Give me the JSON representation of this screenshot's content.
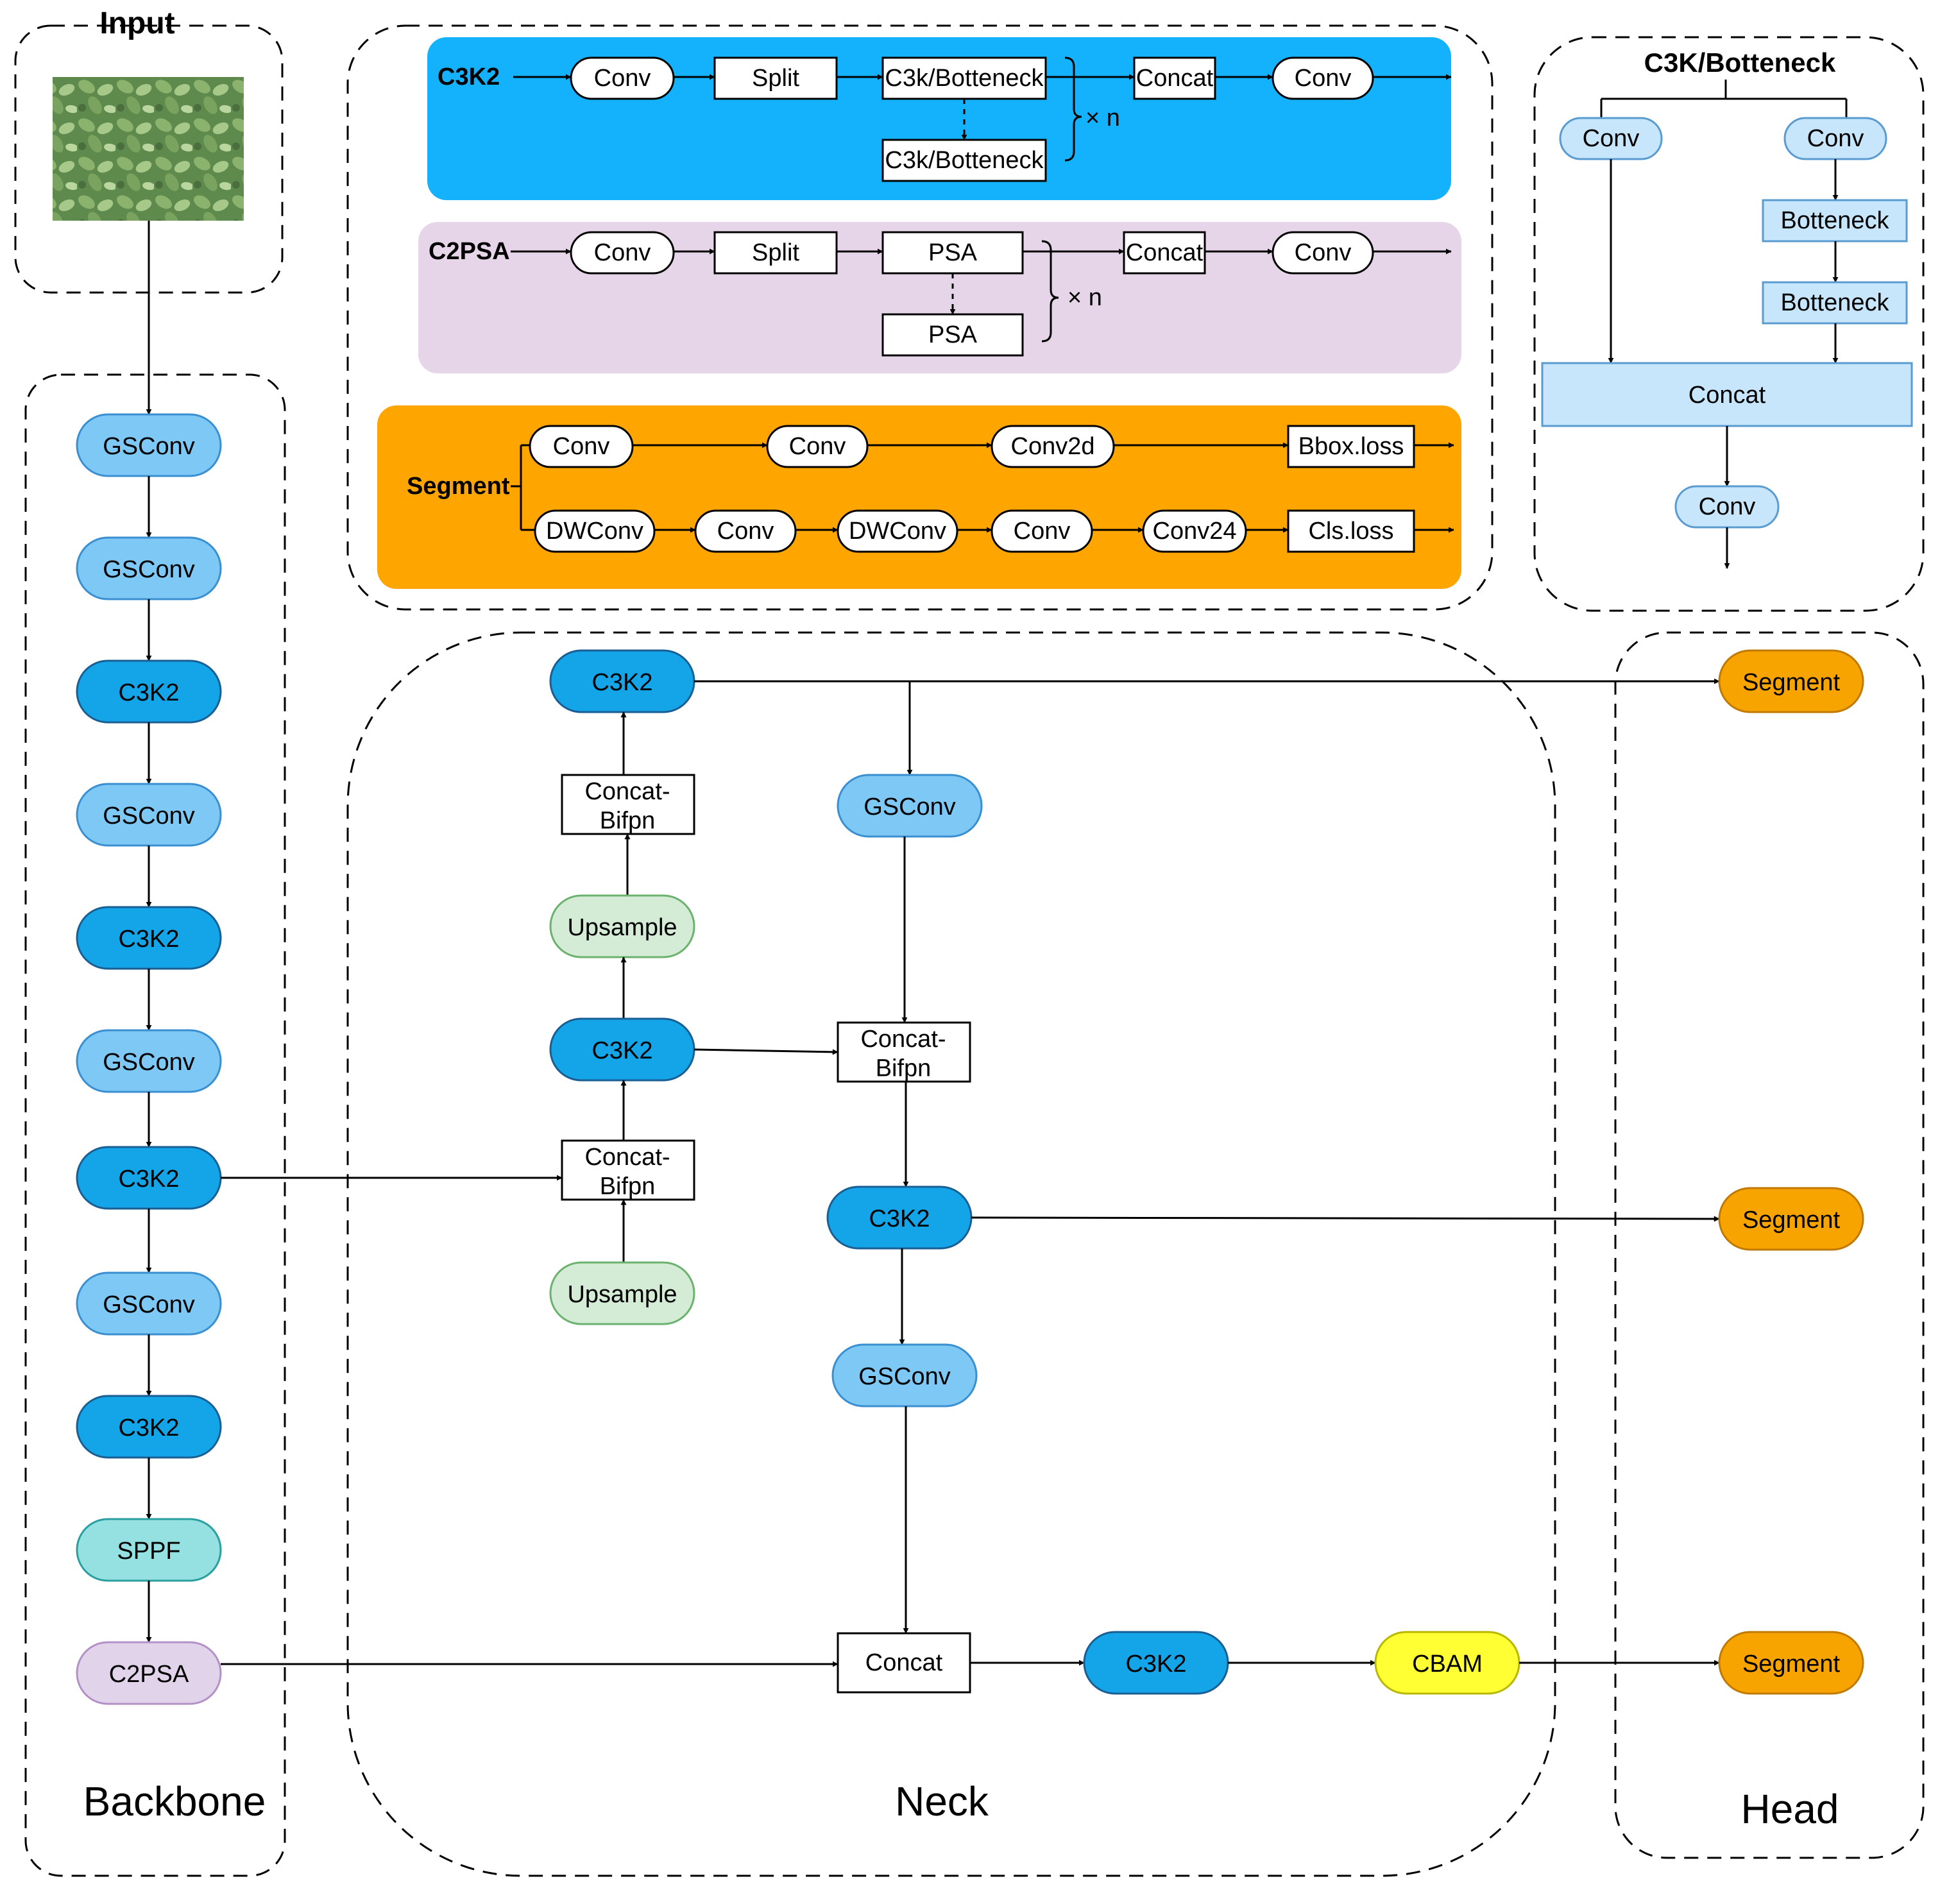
{
  "colors": {
    "c3k2_blue": "#14A5E8",
    "gsconv_blue": "#7EC8F5",
    "sppf_teal": "#95E1E1",
    "c2psa_lilac": "#E1D3EA",
    "upsample_green": "#D4EBD5",
    "segment_orange": "#F7A400",
    "cbam_yellow": "#FFFF33",
    "c3k_light": "#C7E6FB",
    "panel_c3k2": "#14B2FC",
    "panel_c2psa": "#E6D5E8",
    "panel_segment": "#FFA500"
  },
  "input": {
    "title": "Input",
    "image": "leafy-plant-canopy-photo"
  },
  "backbone": {
    "title": "Backbone",
    "nodes": [
      "GSConv",
      "GSConv",
      "C3K2",
      "GSConv",
      "C3K2",
      "GSConv",
      "C3K2",
      "GSConv",
      "C3K2",
      "SPPF",
      "C2PSA"
    ]
  },
  "neck": {
    "title": "Neck",
    "left_column": {
      "c3k2_top": "C3K2",
      "concat_bifpn_top": "Concat-\nBifpn",
      "upsample_top": "Upsample",
      "c3k2_mid": "C3K2",
      "concat_bifpn_mid": "Concat-\nBifpn",
      "upsample_bottom": "Upsample"
    },
    "right_column": {
      "gsconv_top": "GSConv",
      "concat_bifpn": "Concat-\nBifpn",
      "c3k2": "C3K2",
      "gsconv_bottom": "GSConv",
      "concat": "Concat"
    },
    "bottom_row": {
      "c3k2": "C3K2",
      "cbam": "CBAM"
    }
  },
  "head": {
    "title": "Head",
    "outputs": [
      "Segment",
      "Segment",
      "Segment"
    ]
  },
  "modules": {
    "c3k2": {
      "title": "C3K2",
      "conv_in": "Conv",
      "split": "Split",
      "block": "C3k/Botteneck",
      "block_repeat": "C3k/Botteneck",
      "concat": "Concat",
      "conv_out": "Conv",
      "repeat": "× n"
    },
    "c2psa": {
      "title": "C2PSA",
      "conv_in": "Conv",
      "split": "Split",
      "block": "PSA",
      "block_repeat": "PSA",
      "concat": "Concat",
      "conv_out": "Conv",
      "repeat": "× n"
    },
    "segment": {
      "title": "Segment",
      "top_row": [
        "Conv",
        "Conv",
        "Conv2d",
        "Bbox.loss"
      ],
      "bottom_row": [
        "DWConv",
        "Conv",
        "DWConv",
        "Conv",
        "Conv24",
        "Cls.loss"
      ]
    },
    "c3k_botteneck": {
      "title": "C3K/Botteneck",
      "conv_left": "Conv",
      "conv_right": "Conv",
      "botteneck_1": "Botteneck",
      "botteneck_2": "Botteneck",
      "concat": "Concat",
      "conv_out": "Conv"
    }
  }
}
